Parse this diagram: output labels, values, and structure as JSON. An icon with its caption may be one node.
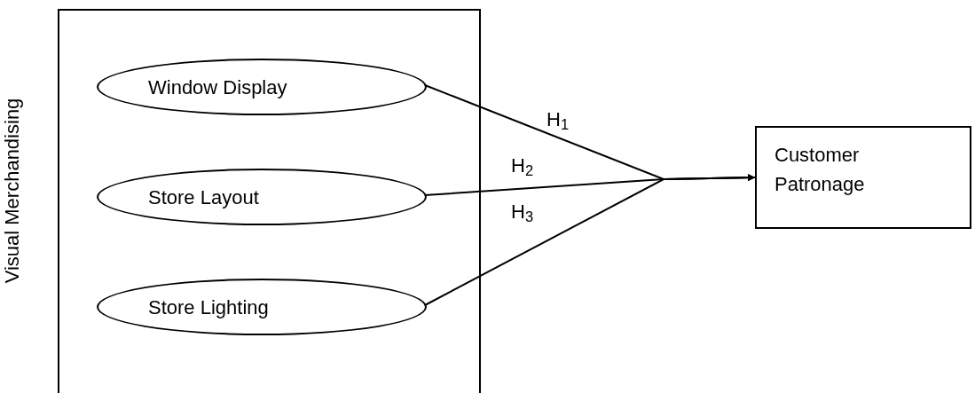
{
  "diagram": {
    "nodes": [
      {
        "text": [
          "Visual Merchandising"
        ]
      },
      {
        "text": [
          "Window Display"
        ],
        "in": 0
      },
      {
        "text": [
          "Store Layout"
        ],
        "in": 0
      },
      {
        "text": [
          "Store Lighting"
        ],
        "in": 0
      },
      {
        "text": [
          "Customer Patronage"
        ]
      }
    ],
    "edges": [
      {
        "from": 1,
        "to": 4,
        "arrow": "to",
        "label": "H$_{1}$"
      },
      {
        "from": 2,
        "to": 4,
        "arrow": "to",
        "label": "H$_{2}$"
      },
      {
        "from": 3,
        "to": 4,
        "arrow": "to",
        "label": "H$_{3}$"
      }
    ]
  }
}
